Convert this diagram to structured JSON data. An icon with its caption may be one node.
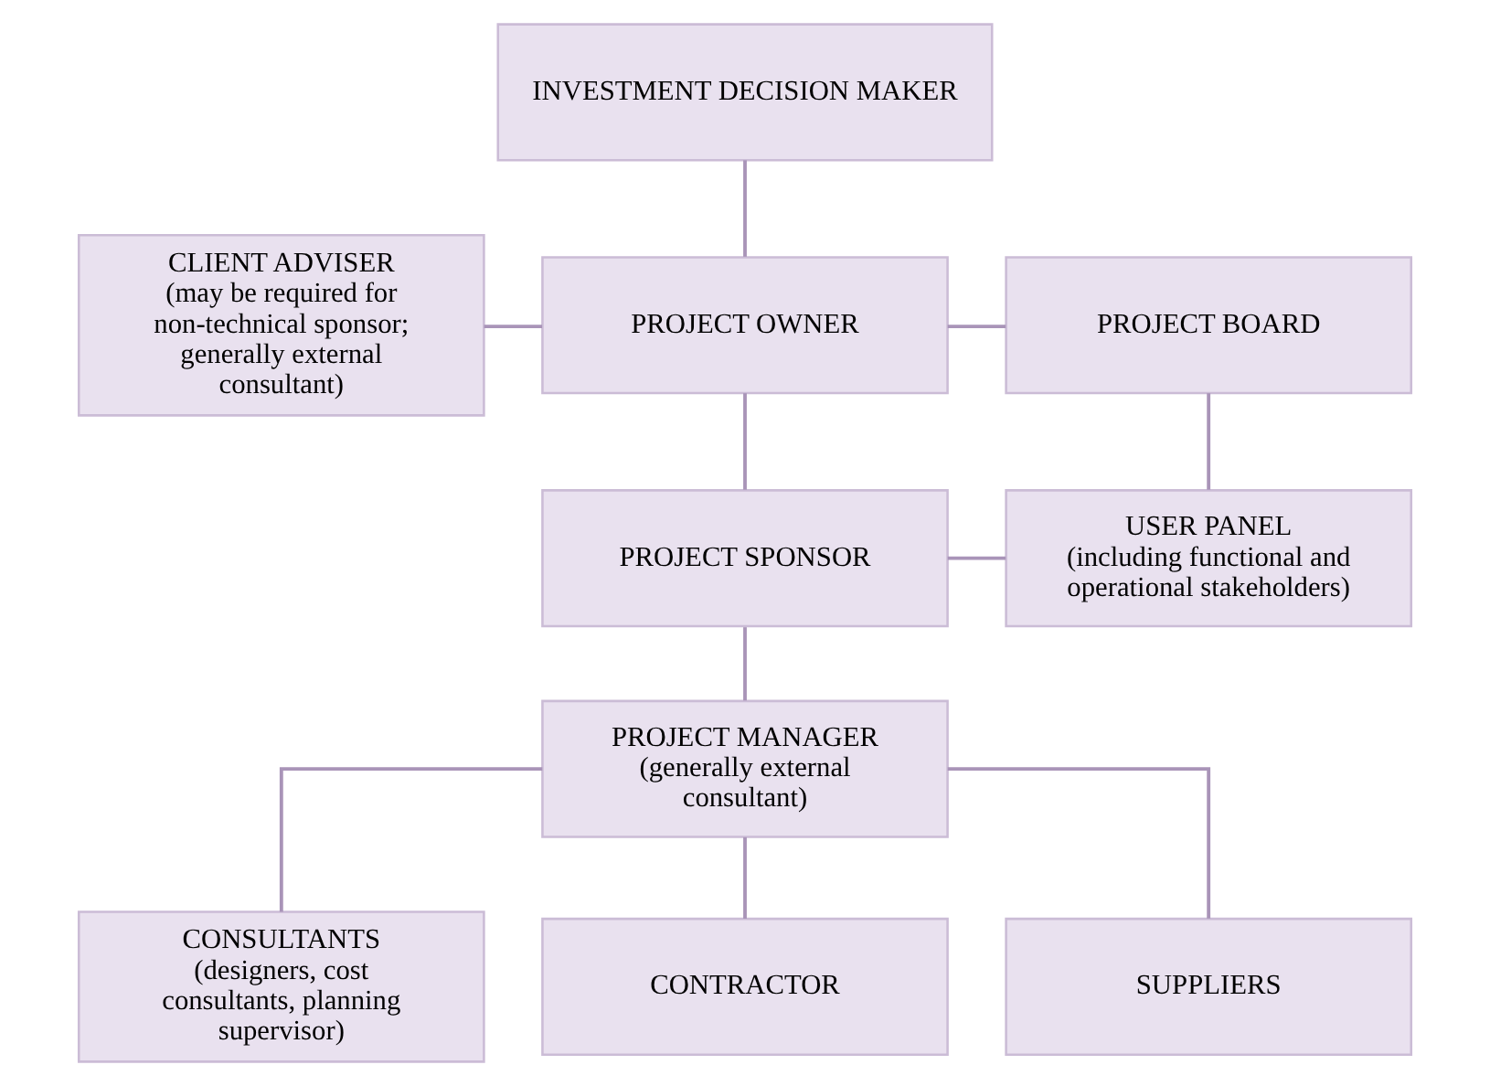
{
  "diagram": {
    "nodes": [
      {
        "text": [
          "INVESTMENT DECISION MAKER"
        ]
      },
      {
        "text": [
          "CLIENT ADVISER",
          "(may be required for non-technical sponsor; generally external consultant)"
        ]
      },
      {
        "text": [
          "PROJECT OWNER"
        ]
      },
      {
        "text": [
          "PROJECT BOARD"
        ]
      },
      {
        "text": [
          "PROJECT SPONSOR"
        ]
      },
      {
        "text": [
          "USER PANEL",
          "(including functional and operational stakeholders)"
        ]
      },
      {
        "text": [
          "PROJECT MANAGER",
          "(generally external consultant)"
        ]
      },
      {
        "text": [
          "CONSULTANTS",
          "(designers, cost consultants, planning supervisor)"
        ]
      },
      {
        "text": [
          "CONTRACTOR"
        ]
      },
      {
        "text": [
          "SUPPLIERS"
        ]
      }
    ],
    "edges": [
      {
        "from": 0,
        "to": 2,
        "arrow": "none"
      },
      {
        "from": 1,
        "to": 2,
        "arrow": "none"
      },
      {
        "from": 2,
        "to": 3,
        "arrow": "none"
      },
      {
        "from": 2,
        "to": 4,
        "arrow": "none"
      },
      {
        "from": 3,
        "to": 5,
        "arrow": "none"
      },
      {
        "from": 4,
        "to": 5,
        "arrow": "none"
      },
      {
        "from": 4,
        "to": 6,
        "arrow": "none"
      },
      {
        "from": 6,
        "to": 7,
        "arrow": "none"
      },
      {
        "from": 6,
        "to": 8,
        "arrow": "none"
      },
      {
        "from": 6,
        "to": 9,
        "arrow": "none"
      }
    ]
  }
}
